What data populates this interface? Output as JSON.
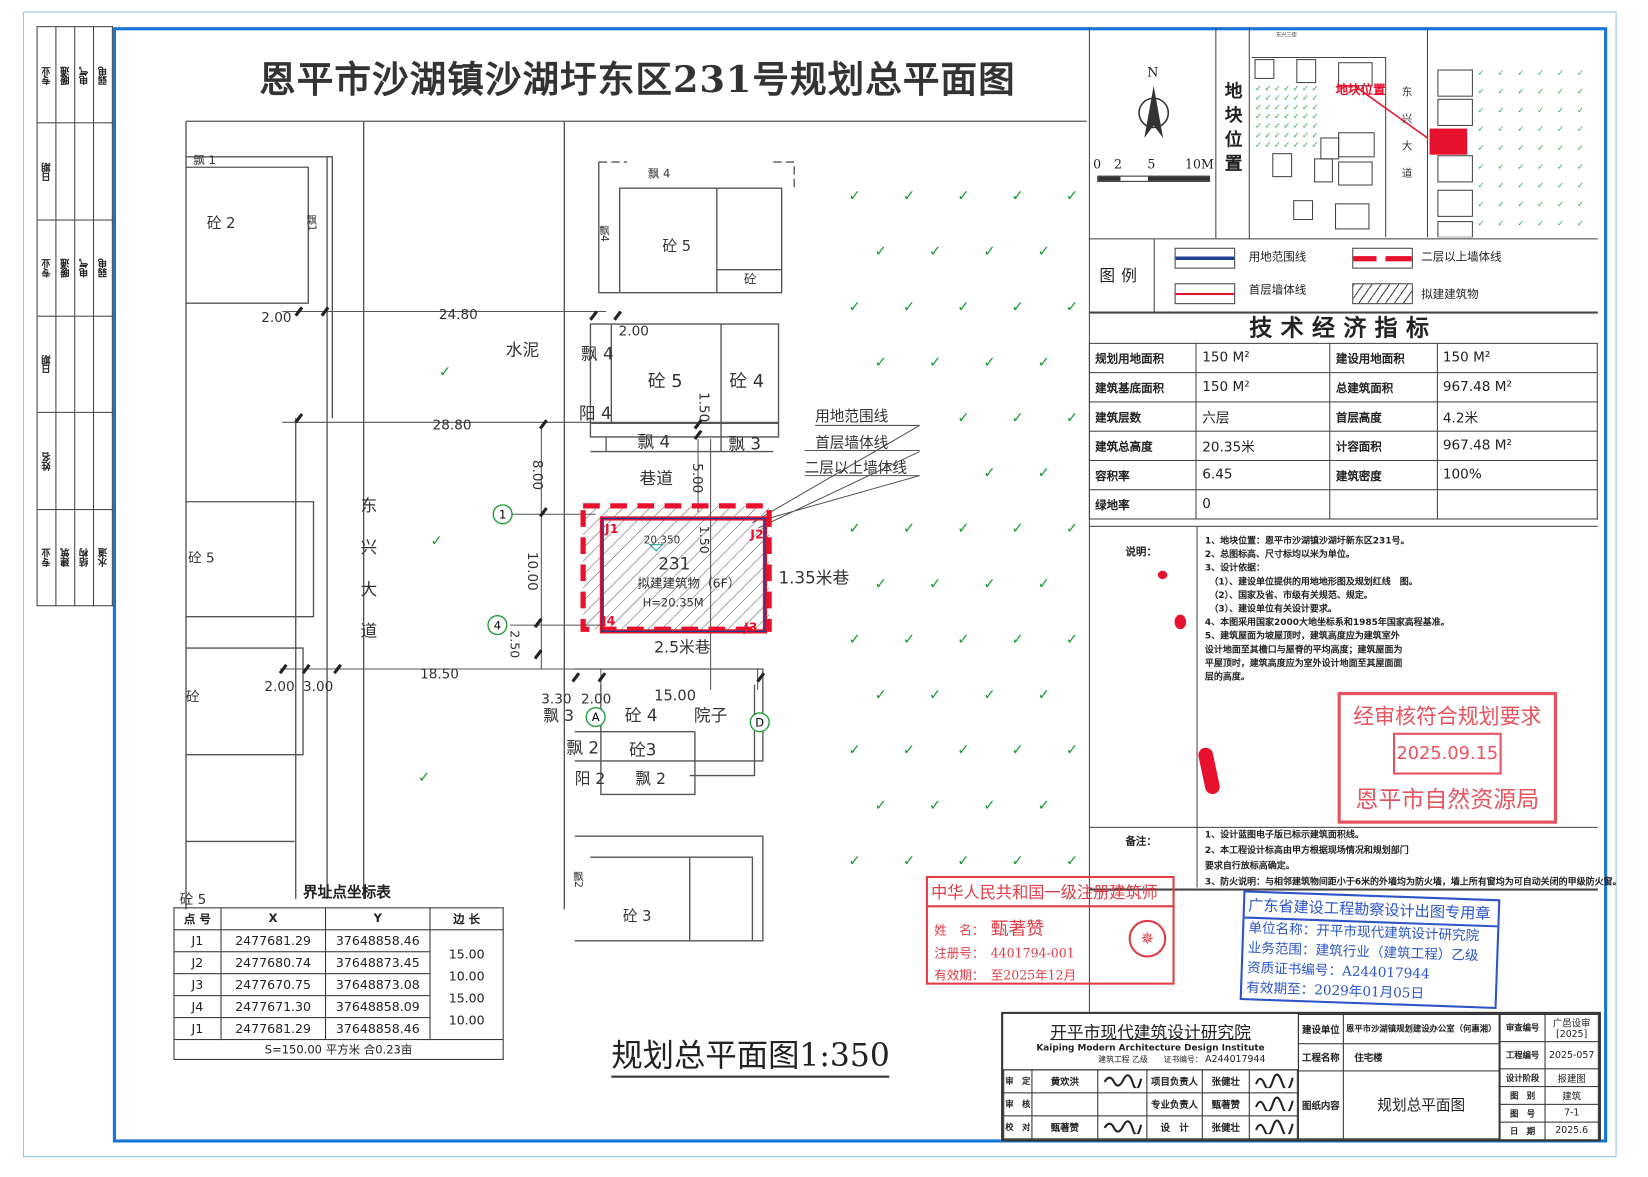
{
  "title": "恩平市沙湖镇沙湖圩东区231号规划总平面图",
  "side_strip": {
    "groups": [
      [
        "专业",
        "暖通",
        "电气",
        "弱电"
      ],
      [
        "日期",
        "",
        "",
        ""
      ],
      [
        "专业",
        "暖通",
        "电气",
        "弱电"
      ],
      [
        "日期",
        "",
        "",
        ""
      ],
      [
        "姓名",
        "",
        "",
        ""
      ],
      [
        "专业",
        "建筑",
        "结构",
        "水道"
      ]
    ]
  },
  "compass": {
    "north": "N",
    "scale_ticks": [
      "0",
      "2",
      "5",
      "10M"
    ]
  },
  "location_map": {
    "heading": "地块位置",
    "marker_label": "地块位置",
    "road_label": "东兴大道",
    "street_label": "东兴三街",
    "site_color": "#e8112d"
  },
  "legend": {
    "heading": "图例",
    "items": [
      {
        "label": "用地范围线",
        "color": "#1f3f8f"
      },
      {
        "label": "二层以上墙体线",
        "color": "#e8112d"
      },
      {
        "label": "首层墙体线",
        "color": "#e8112d"
      },
      {
        "label": "拟建建筑物",
        "color": "#333333"
      }
    ]
  },
  "tech": {
    "heading": "技术经济指标",
    "rows": [
      [
        "规划用地面积",
        "150 M²",
        "建设用地面积",
        "150 M²"
      ],
      [
        "建筑基底面积",
        "150 M²",
        "总建筑面积",
        "967.48 M²"
      ],
      [
        "建筑层数",
        "六层",
        "首层高度",
        "4.2米"
      ],
      [
        "建筑总高度",
        "20.35米",
        "计容面积",
        "967.48 M²"
      ],
      [
        "容积率",
        "6.45",
        "建筑密度",
        "100%"
      ],
      [
        "绿地率",
        "0",
        "",
        ""
      ]
    ]
  },
  "notes": {
    "heading": "说明：",
    "lines": [
      "1、地块位置：恩平市沙湖镇沙湖圩新东区231号。",
      "2、总图标高、尺寸标均以米为单位。",
      "3、设计依据：",
      "　（1）、建设单位提供的用地地形图及规划红线　图。",
      "　（2）、国家及省、市级有关规范、规定。",
      "　（3）、建设单位有关设计要求。",
      "4、本图采用国家2000大地坐标系和1985年国家高程基准。",
      "5、建筑屋面为坡屋顶时，建筑高度应为建筑室外",
      "设计地面至其檐口与屋脊的平均高度；建筑屋面为",
      "平屋顶时，建筑高度应为室外设计地面至其屋面面",
      "层的高度。"
    ]
  },
  "remarks": {
    "heading": "备注：",
    "lines": [
      "1、设计蓝图电子版已标示建筑面积线。",
      "2、本工程设计标高由甲方根据现场情况和规划部门",
      "要求自行放标高确定。",
      "3、防火说明：与相邻建筑物间距小于6米的外墙均为防火墙，墙上所有窗均为可自动关闭的甲级防火窗。"
    ]
  },
  "approval_stamp": {
    "line1": "经审核符合规划要求",
    "date": "2025.09.15",
    "org": "恩平市自然资源局",
    "color": "#e8525e"
  },
  "architect_stamp": {
    "title": "中华人民共和国一级注册建筑师",
    "name_label": "姓　名：",
    "name": "甄著赞",
    "reg_label": "注册号：",
    "reg": "4401794-001",
    "valid_label": "有效期：",
    "valid": "至2025年12月",
    "color": "#e23b45"
  },
  "design_stamp": {
    "title": "广东省建设工程勘察设计出图专用章",
    "lines": [
      "单位名称：开平市现代建筑设计研究院",
      "业务范围：建筑行业（建筑工程）乙级",
      "资质证书编号：A244017944",
      "有效期至：2029年01月05日"
    ],
    "color": "#2d55c8"
  },
  "plan": {
    "labels": [
      "飘 1",
      "砼 2",
      "飘1",
      "2.00",
      "24.80",
      "水泥",
      "飘 4",
      "飘4",
      "砼 5",
      "砼",
      "2.00",
      "飘 4",
      "砼 5",
      "砼 4",
      "阳 4",
      "1.50",
      "28.80",
      "飘 4",
      "飘 3",
      "巷道",
      "8.00",
      "5.00",
      "用地范围线",
      "首层墙体线",
      "二层以上墙体线",
      "东兴大道",
      "J1",
      "J2",
      "J3",
      "J4",
      "20.350",
      "231",
      "拟建建筑物（6F）",
      "H=20.35M",
      "1.50",
      "1.35米巷",
      "10.00",
      "砼 5",
      "2.50",
      "2.5米巷",
      "18.50",
      "2.00",
      "3.00",
      "砼",
      "3.30",
      "2.00",
      "15.00",
      "飘 3",
      "砼 4",
      "院子",
      "飘 2",
      "砼3",
      "阳 2",
      "飘 2",
      "飘2",
      "砼 3",
      "砼 5"
    ],
    "axis_bubbles": [
      "1",
      "4",
      "A",
      "D"
    ],
    "scale_title": "规划总平面图",
    "scale": "1:350"
  },
  "coord_table": {
    "title": "界址点坐标表",
    "headers": [
      "点 号",
      "X",
      "Y",
      "边 长"
    ],
    "rows": [
      [
        "J1",
        "2477681.29",
        "37648858.46"
      ],
      [
        "J2",
        "2477680.74",
        "37648873.45"
      ],
      [
        "J3",
        "2477670.75",
        "37648873.08"
      ],
      [
        "J4",
        "2477671.30",
        "37648858.09"
      ],
      [
        "J1",
        "2477681.29",
        "37648858.46"
      ]
    ],
    "edges": [
      "15.00",
      "10.00",
      "15.00",
      "10.00"
    ],
    "area": "S=150.00 平方米 合0.23亩"
  },
  "title_block": {
    "firm": "开平市现代建筑设计研究院",
    "firm_en": "Kaiping Modern Architecture Design Institute",
    "qualification": "建筑工程 乙级",
    "cert_label": "证书编号：",
    "cert": "A244017944",
    "sign_rows": [
      [
        "审　定",
        "黄欢洪",
        "项目负责人",
        "张健壮"
      ],
      [
        "审　核",
        "",
        "专业负责人",
        "甄著赞"
      ],
      [
        "校　对",
        "甄著赞",
        "设　计",
        "张健壮"
      ]
    ],
    "client_label": "建设单位",
    "client": "恩平市沙湖镇规划建设办公室（何惠湘）",
    "project_label": "工程名称",
    "project": "住宅楼",
    "content_label": "图纸内容",
    "content": "规划总平面图",
    "meta": [
      [
        "审查编号",
        "广邑设审 [2025]"
      ],
      [
        "工程编号",
        "2025-057"
      ],
      [
        "设计阶段",
        "报建图"
      ],
      [
        "图　别",
        "建筑"
      ],
      [
        "图　号",
        "7-1"
      ],
      [
        "日　期",
        "2025.6"
      ]
    ]
  }
}
